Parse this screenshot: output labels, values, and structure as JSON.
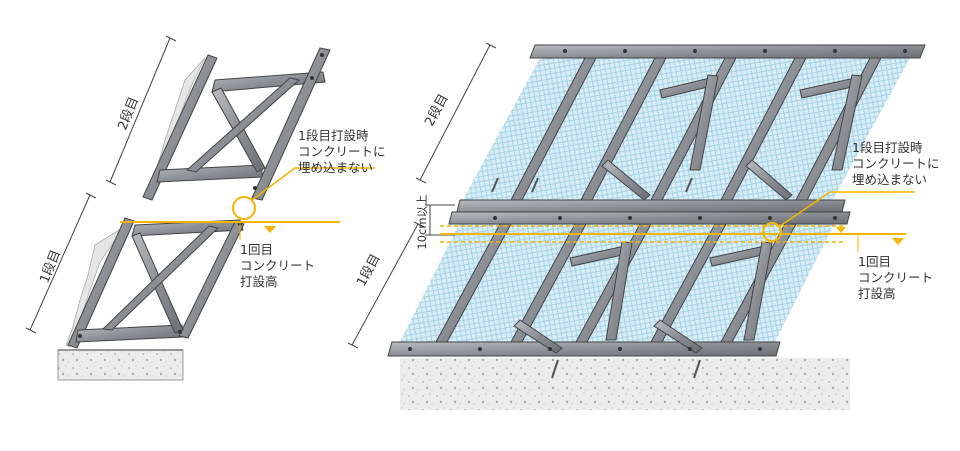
{
  "left_figure": {
    "tier_upper_label": "2段目",
    "tier_lower_label": "1段目",
    "callout_label_line1": "1段目打設時",
    "callout_label_line2": "コンクリートに",
    "callout_label_line3": "埋め込まない",
    "pour_height_line1": "1回目",
    "pour_height_line2": "コンクリート",
    "pour_height_line3": "打設高"
  },
  "right_figure": {
    "tier_upper_label": "2段目",
    "tier_lower_label": "1段目",
    "overlap_label": "10cm以上",
    "callout_label_line1": "1段目打設時",
    "callout_label_line2": "コンクリートに",
    "callout_label_line3": "埋め込まない",
    "pour_height_line1": "1回目",
    "pour_height_line2": "コンクリート",
    "pour_height_line3": "打設高"
  },
  "colors": {
    "steel": "#8f9398",
    "steel_dark": "#4a4d52",
    "steel_light": "#c4c7cb",
    "mesh": "#bfe0ee",
    "accent_yellow": "#f4b400",
    "ground": "#e3e3e3",
    "text": "#333333"
  }
}
